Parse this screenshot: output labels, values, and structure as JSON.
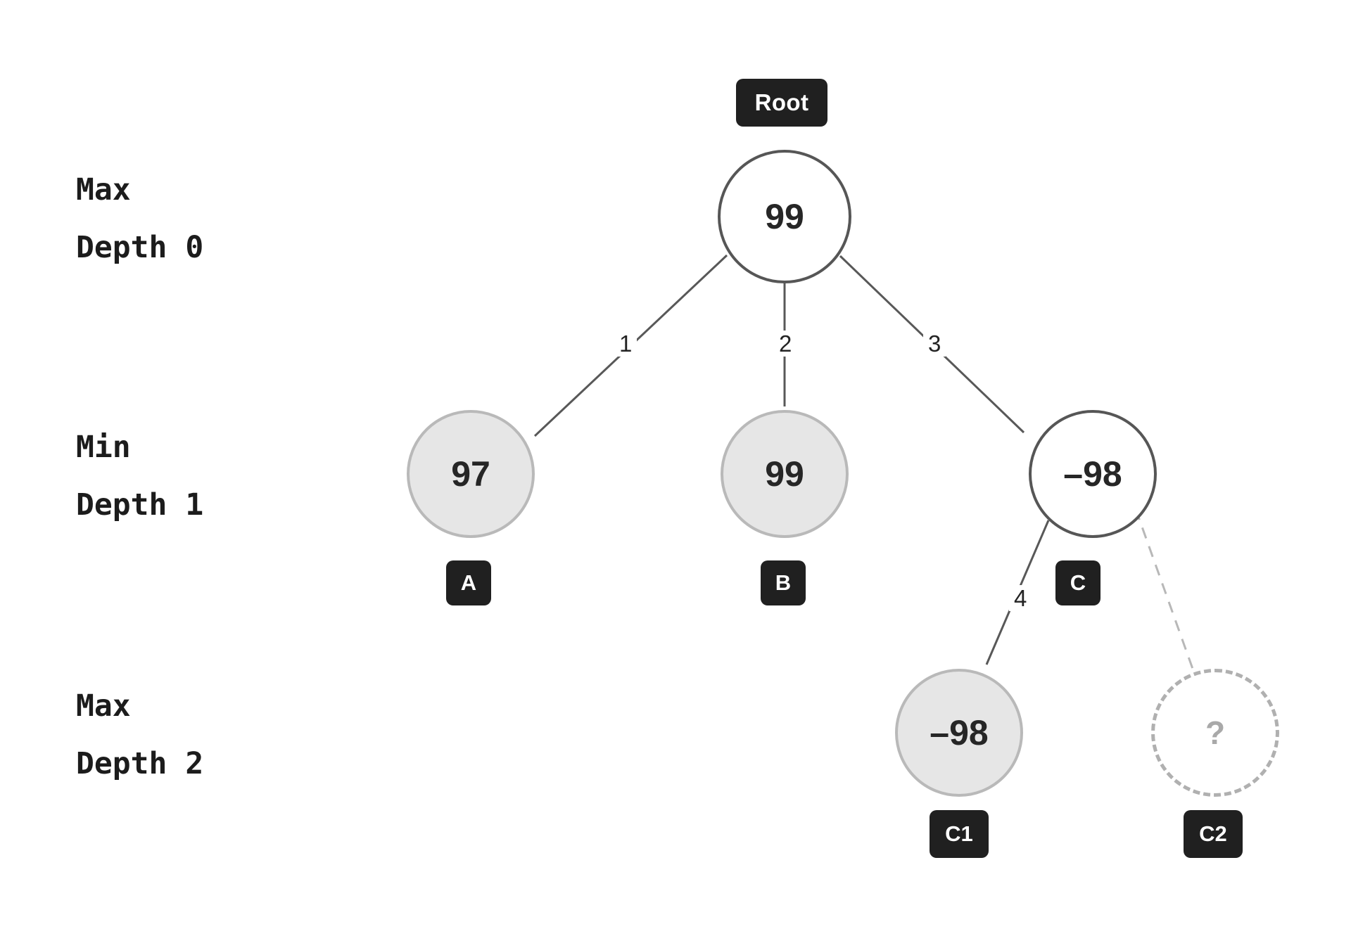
{
  "diagram": {
    "title": "Game tree with Max/Min depth levels",
    "background": "#ffffff"
  },
  "depth_levels": [
    {
      "id": "depth-0",
      "player": "Max",
      "line1": "Max",
      "line2": "Depth 0"
    },
    {
      "id": "depth-1",
      "player": "Min",
      "line1": "Min",
      "line2": "Depth 1"
    },
    {
      "id": "depth-2",
      "player": "Max",
      "line1": "Max",
      "line2": "Depth 2"
    }
  ],
  "nodes": [
    {
      "id": "root",
      "value": "99",
      "style": "open",
      "depth": 0,
      "badge": "Root"
    },
    {
      "id": "a",
      "value": "97",
      "style": "filled",
      "depth": 1,
      "badge": "A"
    },
    {
      "id": "b",
      "value": "99",
      "style": "filled",
      "depth": 1,
      "badge": "B"
    },
    {
      "id": "c",
      "value": "–98",
      "style": "open",
      "depth": 1,
      "badge": "C"
    },
    {
      "id": "c1",
      "value": "–98",
      "style": "filled",
      "depth": 2,
      "badge": "C1"
    },
    {
      "id": "c2",
      "value": "?",
      "style": "ghost",
      "depth": 2,
      "badge": "C2"
    }
  ],
  "edges": [
    {
      "from": "root",
      "to": "a",
      "weight": "1",
      "dashed": false
    },
    {
      "from": "root",
      "to": "b",
      "weight": "2",
      "dashed": false
    },
    {
      "from": "root",
      "to": "c",
      "weight": "3",
      "dashed": false
    },
    {
      "from": "c",
      "to": "c1",
      "weight": "4",
      "dashed": false
    },
    {
      "from": "c",
      "to": "c2",
      "weight": "",
      "dashed": true
    }
  ],
  "colors": {
    "node_open_border": "#565656",
    "node_filled_fill": "#e6e6e6",
    "node_filled_border": "#b9b9b9",
    "node_ghost_border": "#b0b0b0",
    "ghost_text": "#a9a9a9",
    "badge_bg": "#202020",
    "badge_text": "#ffffff",
    "edge_line": "#585858",
    "edge_dashed": "#b8b8b8",
    "text": "#1c1c1c"
  }
}
